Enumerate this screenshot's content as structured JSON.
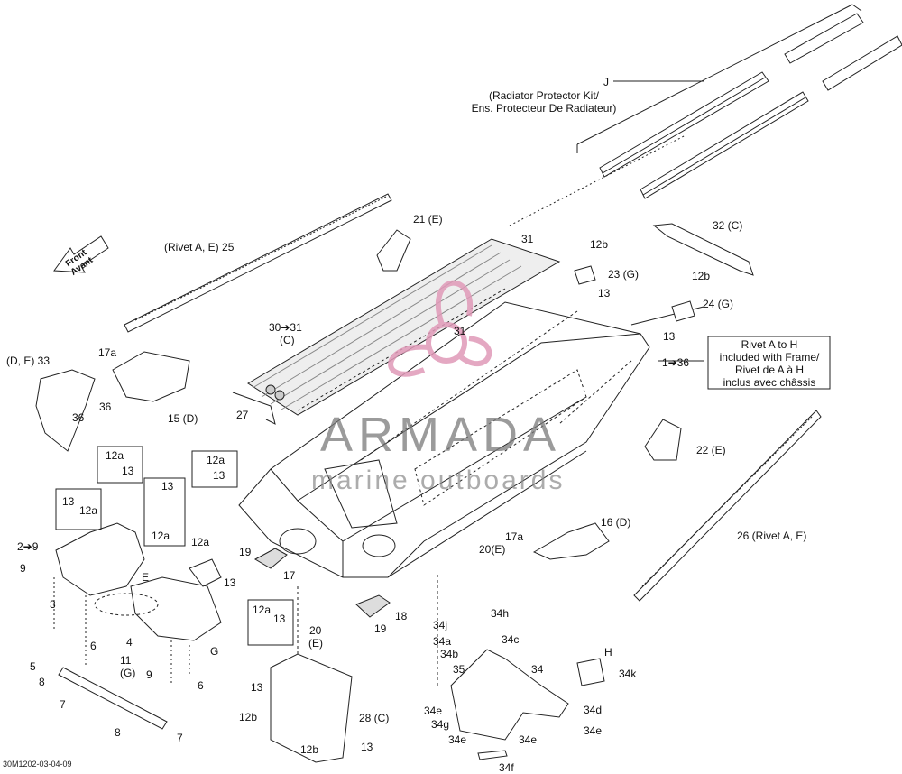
{
  "diagram_code": "30M1202-03-04-09",
  "front_arrow": {
    "line1": "Front",
    "line2": "Avant"
  },
  "watermark": {
    "title": "ARMADA",
    "subtitle": "marine outboards"
  },
  "kit_label": {
    "id": "J",
    "line1": "(Radiator Protector Kit/",
    "line2": "Ens. Protecteur De Radiateur)"
  },
  "rivet_note": {
    "line1": "Rivet A to H",
    "line2": "included with Frame/",
    "line3": "Rivet de A à H",
    "line4": "inclus avec châssis"
  },
  "callouts": [
    "(Rivet A, E) 25",
    "21 (E)",
    "31",
    "12b",
    "23 (G)",
    "13",
    "32 (C)",
    "12b",
    "24 (G)",
    "13",
    "30➔31",
    "(C)",
    "31",
    "1➔36",
    "(D, E) 33",
    "17a",
    "36",
    "15 (D)",
    "36",
    "27",
    "22 (E)",
    "26  (Rivet A, E)",
    "16 (D)",
    "17a",
    "20(E)",
    "12a",
    "13",
    "12a",
    "13",
    "13",
    "12a",
    "13",
    "12a",
    "2➔9",
    "9",
    "12a",
    "13",
    "19",
    "17",
    "E",
    "3",
    "12a",
    "13",
    "G",
    "20",
    "(E)",
    "18",
    "19",
    "34j",
    "34h",
    "34a",
    "34c",
    "34b",
    "H",
    "4",
    "6",
    "5",
    "11",
    "(G)",
    "9",
    "6",
    "8",
    "7",
    "35",
    "34",
    "34k",
    "13",
    "34e",
    "34g",
    "34e",
    "34e",
    "34d",
    "34e",
    "12b",
    "28 (C)",
    "8",
    "7",
    "12b",
    "13",
    "34f"
  ]
}
